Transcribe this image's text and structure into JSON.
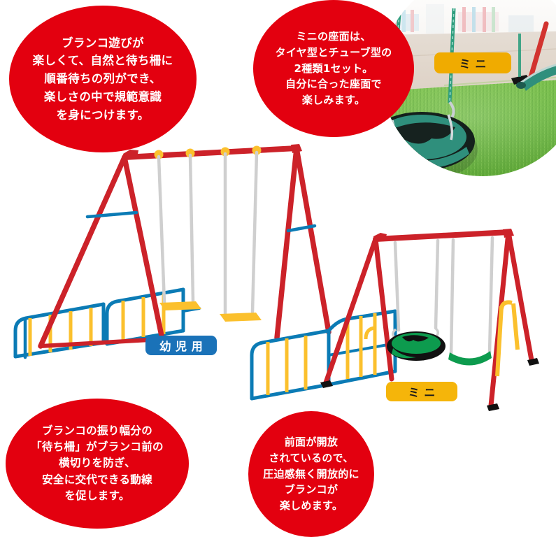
{
  "page": {
    "title": "ブランコ 製品紹介",
    "background_color": "#ffffff"
  },
  "colors": {
    "bubble_red": "#e3000f",
    "frame_red": "#cc2229",
    "fence_blue": "#0b7bb5",
    "bar_yellow": "#fbc02d",
    "chain_grey": "#cfcfcf",
    "seat_green": "#0d9b4e",
    "badge_blue": "#1a72b8",
    "badge_yellow": "#f5b50a",
    "badge_text_dark": "#1a1a1a",
    "bubble_text": "#ffffff"
  },
  "bubbles": [
    {
      "id": "bubble-play-value",
      "text": "ブランコ遊びが\n楽しくて、自然と待ち柵に\n順番待ちの列ができ、\n楽しさの中で規範意識\nを身につけます。"
    },
    {
      "id": "bubble-mini-seats",
      "text": "ミニの座面は、\nタイヤ型とチューブ型の\n2種類1セット。\n自分に合った座面で\n楽しみます。"
    },
    {
      "id": "bubble-safety-fence",
      "text": "ブランコの振り幅分の\n「待ち柵」がブランコ前の\n横切りを防ぎ、\n安全に交代できる動線\nを促します。"
    },
    {
      "id": "bubble-open-front",
      "text": "前面が開放\nされているので、\n圧迫感無く開放的に\nブランコが\n楽しめます。"
    }
  ],
  "badges": {
    "youji_label": "幼児用",
    "mini_illustration_label": "ミニ",
    "mini_photo_label": "ミニ"
  },
  "photo": {
    "alt": "人工芝の上に設置されたミニブランコ（タイヤ型座面とチューブ型座面）の写真",
    "scene": "playground-tire-swing-on-artificial-turf"
  },
  "illustration": {
    "alt": "幼児用ブランコとミニブランコの製品イラスト",
    "structures": [
      {
        "id": "swing-youji",
        "label": "幼児用",
        "seats": 2,
        "seat_type": "板座面",
        "fences": 2
      },
      {
        "id": "swing-mini",
        "label": "ミニ",
        "seats": 2,
        "seat_type": "タイヤ型・チューブ型",
        "fences": 1
      }
    ]
  }
}
